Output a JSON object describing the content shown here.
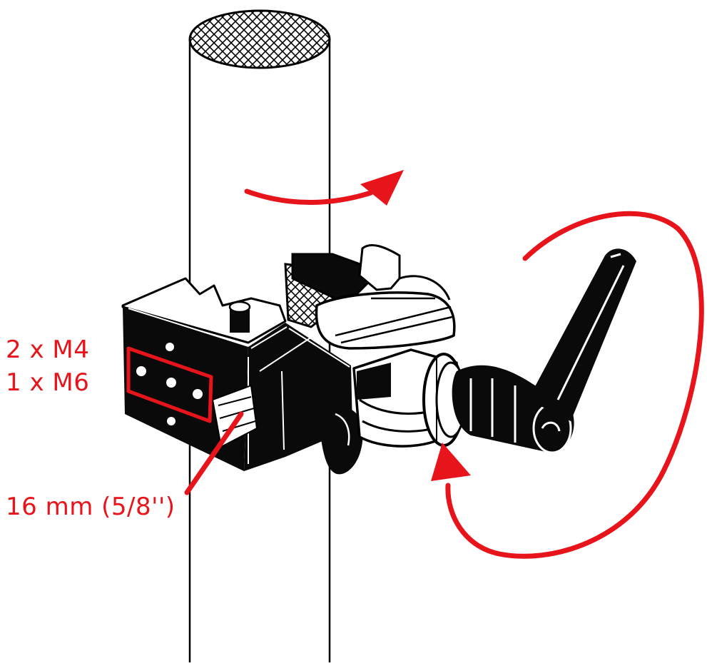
{
  "labels": {
    "holes_line1": "2 x M4",
    "holes_line2": "1 x M6",
    "pipe_size": "16 mm (5/8'')"
  },
  "colors": {
    "annotation": "#e8141b",
    "ink": "#000000",
    "paper": "#ffffff"
  },
  "icons": {
    "rotation_horizontal": "curved-arrow-right-icon",
    "rotation_knob": "circular-arrow-icon"
  }
}
